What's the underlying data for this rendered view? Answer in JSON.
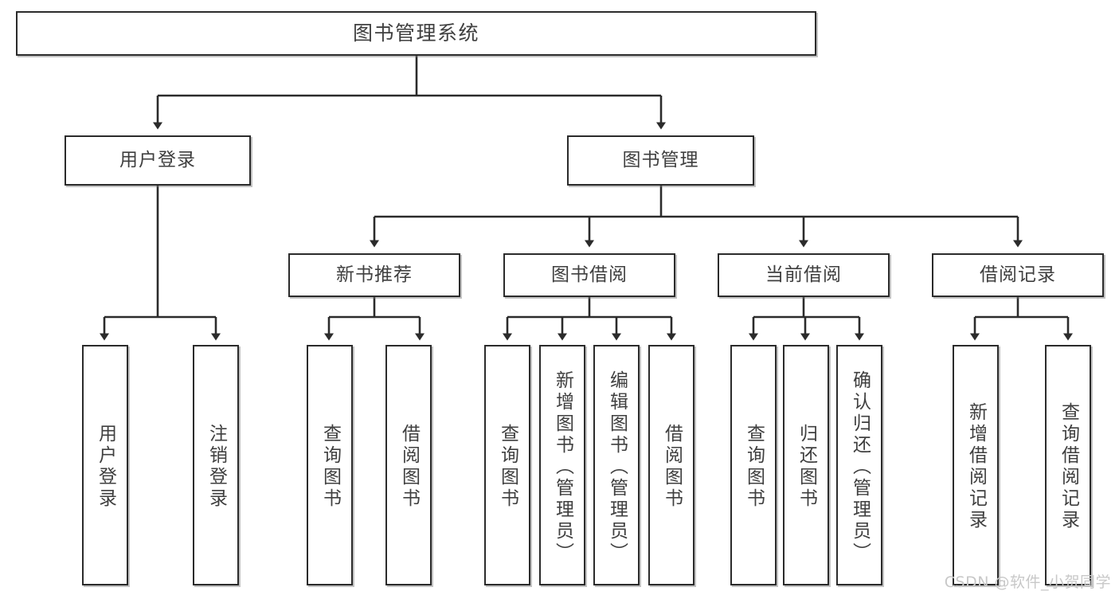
{
  "diagram": {
    "title": "图书管理系统",
    "type": "hierarchy-tree",
    "root": {
      "id": "root",
      "label": "图书管理系统"
    },
    "level2": [
      {
        "id": "user-login",
        "label": "用户登录"
      },
      {
        "id": "book-manage",
        "label": "图书管理"
      }
    ],
    "level3": [
      {
        "id": "new-book-rec",
        "label": "新书推荐",
        "parent": "book-manage"
      },
      {
        "id": "book-borrow",
        "label": "图书借阅",
        "parent": "book-manage"
      },
      {
        "id": "current-borrow",
        "label": "当前借阅",
        "parent": "book-manage"
      },
      {
        "id": "borrow-record",
        "label": "借阅记录",
        "parent": "book-manage"
      }
    ],
    "leaves": {
      "user-login": [
        {
          "id": "leaf-user-login",
          "label": "用户登录"
        },
        {
          "id": "leaf-logout",
          "label": "注销登录"
        }
      ],
      "new-book-rec": [
        {
          "id": "leaf-query-book-1",
          "label": "查询图书"
        },
        {
          "id": "leaf-borrow-book-1",
          "label": "借阅图书"
        }
      ],
      "book-borrow": [
        {
          "id": "leaf-query-book-2",
          "label": "查询图书"
        },
        {
          "id": "leaf-add-book",
          "label": "新增图书（管理员）"
        },
        {
          "id": "leaf-edit-book",
          "label": "编辑图书（管理员）"
        },
        {
          "id": "leaf-borrow-book-2",
          "label": "借阅图书"
        }
      ],
      "current-borrow": [
        {
          "id": "leaf-query-book-3",
          "label": "查询图书"
        },
        {
          "id": "leaf-return-book",
          "label": "归还图书"
        },
        {
          "id": "leaf-confirm-return",
          "label": "确认归还（管理员）"
        }
      ],
      "borrow-record": [
        {
          "id": "leaf-add-record",
          "label": "新增借阅记录"
        },
        {
          "id": "leaf-query-record",
          "label": "查询借阅记录"
        }
      ]
    },
    "colors": {
      "box_border": "#2b2b2b",
      "box_fill": "#ffffff",
      "connector": "#2b2b2b",
      "text": "#3f3f3f",
      "watermark": "#c8c8c8",
      "background": "#ffffff"
    }
  },
  "watermark": {
    "text": "CSDN @软件_小贺同学"
  }
}
